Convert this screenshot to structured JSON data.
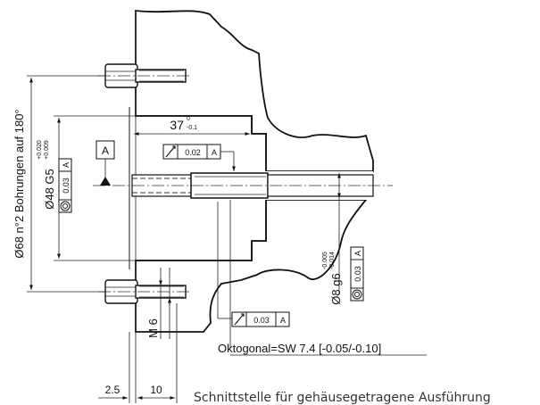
{
  "dimensions": {
    "bore_circle": "Ø68 n°2 Bohrungen auf 180°",
    "g5_nominal": "Ø48 G5",
    "g5_upper": "+0.020",
    "g5_lower": "+0.009",
    "length_nominal": "37",
    "length_upper": "0",
    "length_lower": "-0.1",
    "shaft_nominal": "Ø8 g6",
    "shaft_upper": "-0.005",
    "shaft_lower": "-0.014",
    "thread": "M 6",
    "dim_left": "2.5",
    "dim_right": "10"
  },
  "datum": {
    "label": "A"
  },
  "tolerance_frames": {
    "runout_top": {
      "symbol": "↗",
      "value": "0.02",
      "datum": "A"
    },
    "runout_bottom": {
      "symbol": "↗",
      "value": "0.03",
      "datum": "A"
    },
    "concentricity_bore": {
      "symbol": "◎",
      "value": "0.03",
      "datum": "A"
    },
    "concentricity_shaft": {
      "symbol": "◎",
      "value": "0.03",
      "datum": "A"
    }
  },
  "notes": {
    "octagonal": "Oktogonal=SW 7.4 [-0.05/-0.10]",
    "caption": "Schnittstelle für gehäusegetragene Ausführung"
  },
  "icons": {
    "datum_triangle": "filled-triangle",
    "runout": "runout-arrow-icon",
    "concentricity": "concentricity-icon"
  }
}
